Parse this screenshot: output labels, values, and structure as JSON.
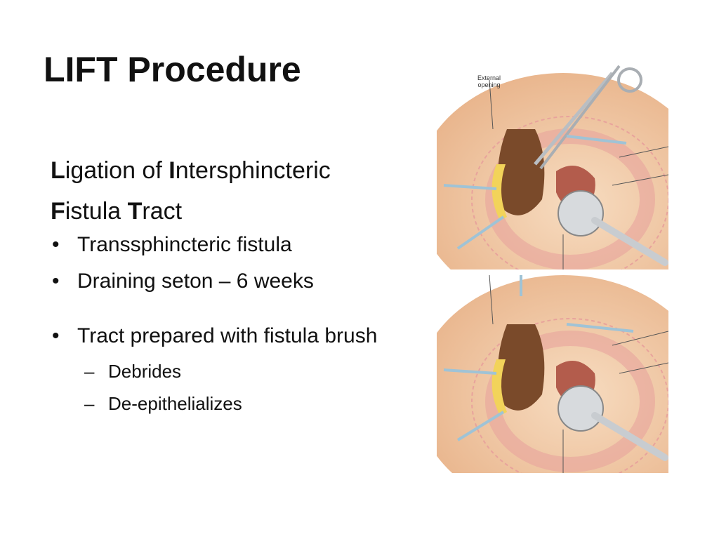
{
  "slide": {
    "title": "LIFT Procedure",
    "definition": {
      "line1": [
        {
          "text": "L",
          "bold": true
        },
        {
          "text": "igation of ",
          "bold": false
        },
        {
          "text": "I",
          "bold": true
        },
        {
          "text": "ntersphincteric",
          "bold": false
        }
      ],
      "line2": [
        {
          "text": "F",
          "bold": true
        },
        {
          "text": "istula ",
          "bold": false
        },
        {
          "text": "T",
          "bold": true
        },
        {
          "text": "ract",
          "bold": false
        }
      ]
    },
    "bullets": [
      {
        "text": "Transsphincteric fistula"
      },
      {
        "text": "Draining seton – 6 weeks"
      },
      {
        "text": "Tract prepared with fistula brush"
      }
    ],
    "sub_bullets": [
      {
        "text": "Debrides"
      },
      {
        "text": "De-epithelializes"
      }
    ],
    "bullet_glyph": "•",
    "sub_glyph": "–",
    "illustration": {
      "label_external_line1": "External",
      "label_external_line2": "opening",
      "colors": {
        "skin": "#f3d2ad",
        "skin_dark": "#e8b88e",
        "muscle_ring": "#e9a6a0",
        "cavity": "#7a4a2a",
        "mucosa": "#b35c4c",
        "fat": "#f2d35a",
        "steel": "#c8ccd0",
        "needle": "#9fc3d6"
      }
    }
  }
}
